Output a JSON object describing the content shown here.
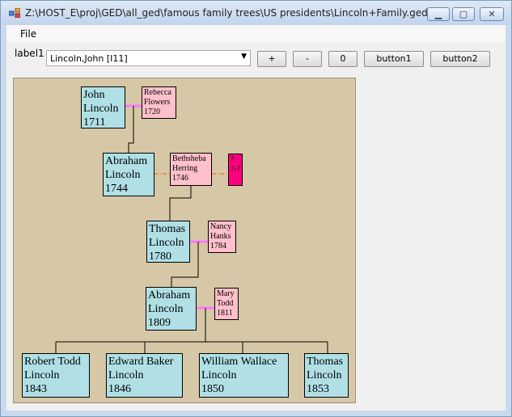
{
  "window": {
    "title": "Z:\\HOST_E\\proj\\GED\\all_ged\\famous family trees\\US presidents\\Lincoln+Family.ged"
  },
  "menu": {
    "file": "File"
  },
  "toolbar": {
    "label": "label1",
    "person_select": "Lincoln,John [I11]",
    "plus": "+",
    "minus": "-",
    "zero": "0",
    "button1": "button1",
    "button2": "button2"
  },
  "tree": {
    "john": {
      "first": "John",
      "last": "Lincoln",
      "year": "1711"
    },
    "rebecca": {
      "first": "Rebecca",
      "last": "Flowers",
      "year": "1720"
    },
    "abraham1": {
      "first": "Abraham",
      "last": "Lincoln",
      "year": "1744"
    },
    "bethsheba": {
      "first": "Bethsheba",
      "last": "Herring",
      "year": "1746"
    },
    "unknown": {
      "first": "?",
      "last": "?-?"
    },
    "thomas1": {
      "first": "Thomas",
      "last": "Lincoln",
      "year": "1780"
    },
    "nancy": {
      "first": "Nancy",
      "last": "Hanks",
      "year": "1784"
    },
    "abraham2": {
      "first": "Abraham",
      "last": "Lincoln",
      "year": "1809"
    },
    "mary": {
      "first": "Mary",
      "last": "Todd",
      "year": "1811"
    },
    "robert": {
      "first": "Robert Todd",
      "last": "Lincoln",
      "year": "1843"
    },
    "edward": {
      "first": "Edward Baker",
      "last": "Lincoln",
      "year": "1846"
    },
    "william": {
      "first": "William Wallace",
      "last": "Lincoln",
      "year": "1850"
    },
    "thomas2": {
      "first": "Thomas",
      "last": "Lincoln",
      "year": "1853"
    }
  },
  "colors": {
    "male": "#b0e0e6",
    "female": "#ffc0cb",
    "unknown": "#ff007f",
    "canvas": "#d6c8a6",
    "spouse_line": "#ff77ff",
    "second_spouse_line": "#f08040"
  }
}
